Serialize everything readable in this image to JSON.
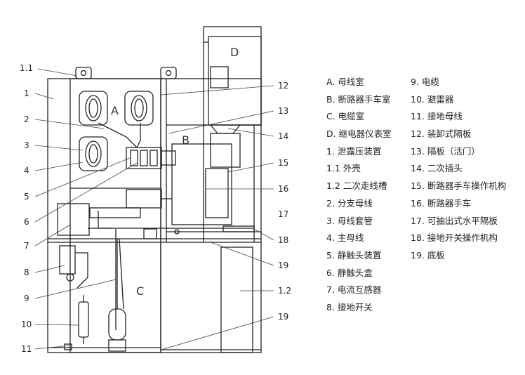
{
  "diagram": {
    "zone_labels": {
      "A": "A",
      "B": "B",
      "C": "C",
      "D": "D"
    },
    "callouts": {
      "c_1_1_left": "1.1",
      "c_1_left": "1",
      "c_2": "2",
      "c_3": "3",
      "c_4": "4",
      "c_5": "5",
      "c_6": "6",
      "c_7": "7",
      "c_8": "8",
      "c_9": "9",
      "c_10": "10",
      "c_11": "11",
      "c_12": "12",
      "c_13": "13",
      "c_14": "14",
      "c_15": "15",
      "c_16": "16",
      "c_17": "17",
      "c_18": "18",
      "c_19_upper": "19",
      "c_1_2": "1.2",
      "c_19_lower": "19"
    }
  },
  "legend": {
    "column1": [
      "A. 母线室",
      "B. 断路器手车室",
      "C. 电缆室",
      "D. 继电器仪表室",
      "1. 泄露压装置",
      "1.1 外壳",
      "1.2 二次走线槽",
      "2. 分支母线",
      "3. 母线套管",
      "4. 主母线",
      "5. 静触头装置",
      "6. 静触头盒",
      "7. 电流互感器",
      "8. 接地开关"
    ],
    "column2": [
      "9. 电缆",
      "10. 避雷器",
      "11. 接地母线",
      "12. 装卸式隔板",
      "13. 隔板（活门）",
      "14. 二次插头",
      "15. 断路器手车操作机构",
      "16. 断路器手车",
      "17. 可抽出式水平隔板",
      "18. 接地开关操作机构",
      "19. 底板"
    ]
  }
}
